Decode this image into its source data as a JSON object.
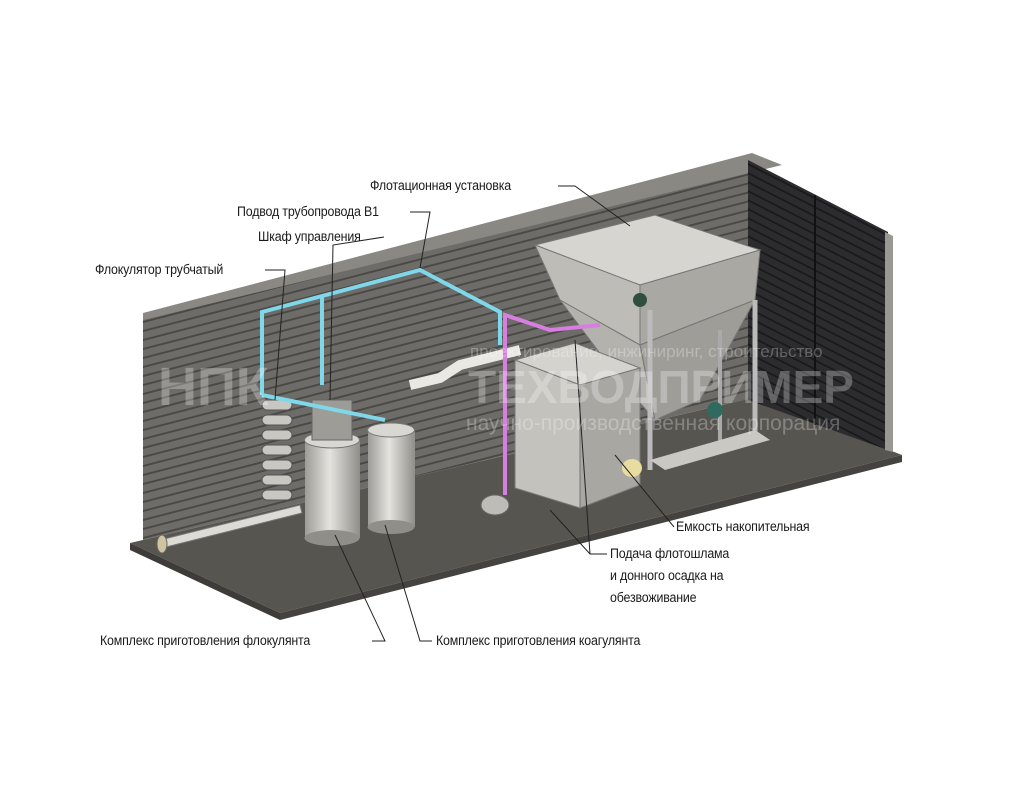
{
  "labels": {
    "flotation_unit": "Флотационная установка",
    "pipeline_b1": "Подвод трубопровода В1",
    "control_cabinet": "Шкаф управления",
    "tubular_flocculator": "Флокулятор трубчатый",
    "storage_tank": "Емкость накопительная",
    "sludge_feed": [
      "Подача флотошлама",
      "и донного осадка на",
      "обезвоживание"
    ],
    "flocculant_complex": "Комплекс приготовления флокулянта",
    "coagulant_complex": "Комплекс приготовления коагулянта"
  },
  "watermark": {
    "short": "НПК",
    "brand": "ТЕХВОДПРИМЕР",
    "tagline_top": "проектирование, инжиниринг, строительство",
    "tagline_bottom": "научно-производственная корпорация"
  },
  "colors": {
    "wall": "#6e6c68",
    "floor": "#55534f",
    "equipment": "#c9c8c2",
    "pipe_water": "#7fd8ea",
    "pipe_sludge": "#d77fe0"
  }
}
